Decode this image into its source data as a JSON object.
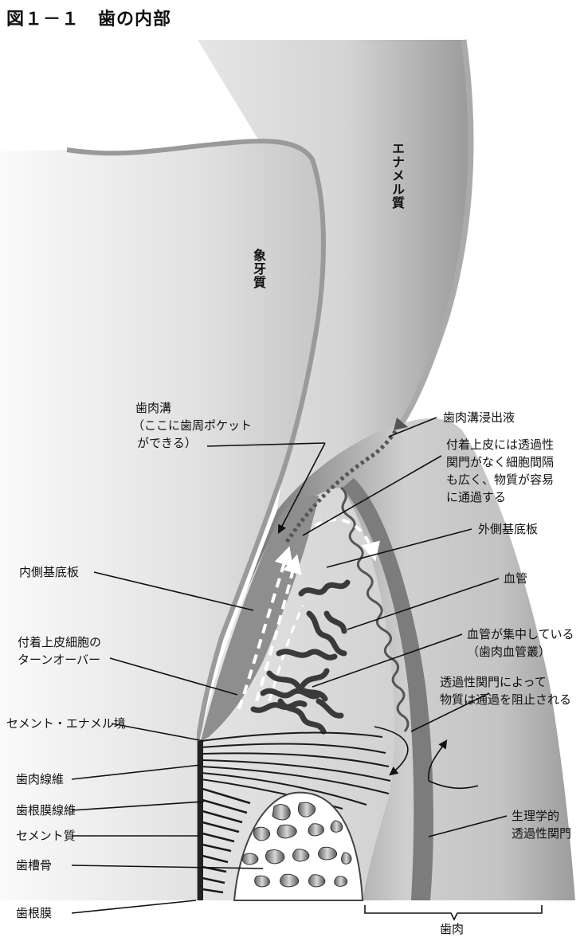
{
  "title": "図１－１　歯の内部",
  "labels": {
    "enamel": "エナメル質",
    "dentin": "象牙質",
    "sulcus_line1": "歯肉溝",
    "sulcus_line2": "（ここに歯周ポケット",
    "sulcus_line3": "ができる）",
    "gcf": "歯肉溝浸出液",
    "je_note_line1": "付着上皮には透過性",
    "je_note_line2": "関門がなく細胞間隔",
    "je_note_line3": "も広く、物質が容易",
    "je_note_line4": "に通過する",
    "outer_basal_lamina": "外側基底板",
    "blood_vessel": "血管",
    "plexus_line1": "血管が集中している",
    "plexus_line2": "（歯肉血管叢）",
    "barrier_line1": "透過性関門によって",
    "barrier_line2": "物質は通過を阻止される",
    "physio_line1": "生理学的",
    "physio_line2": "透過性関門",
    "inner_basal_lamina": "内側基底板",
    "je_turnover_line1": "付着上皮細胞の",
    "je_turnover_line2": "ターンオーバー",
    "cej": "セメント・エナメル境",
    "gingival_fibers": "歯肉線維",
    "pdl_fibers": "歯根膜線維",
    "cementum": "セメント質",
    "alveolar_bone": "歯槽骨",
    "pdl": "歯根膜",
    "gingiva": "歯肉"
  }
}
